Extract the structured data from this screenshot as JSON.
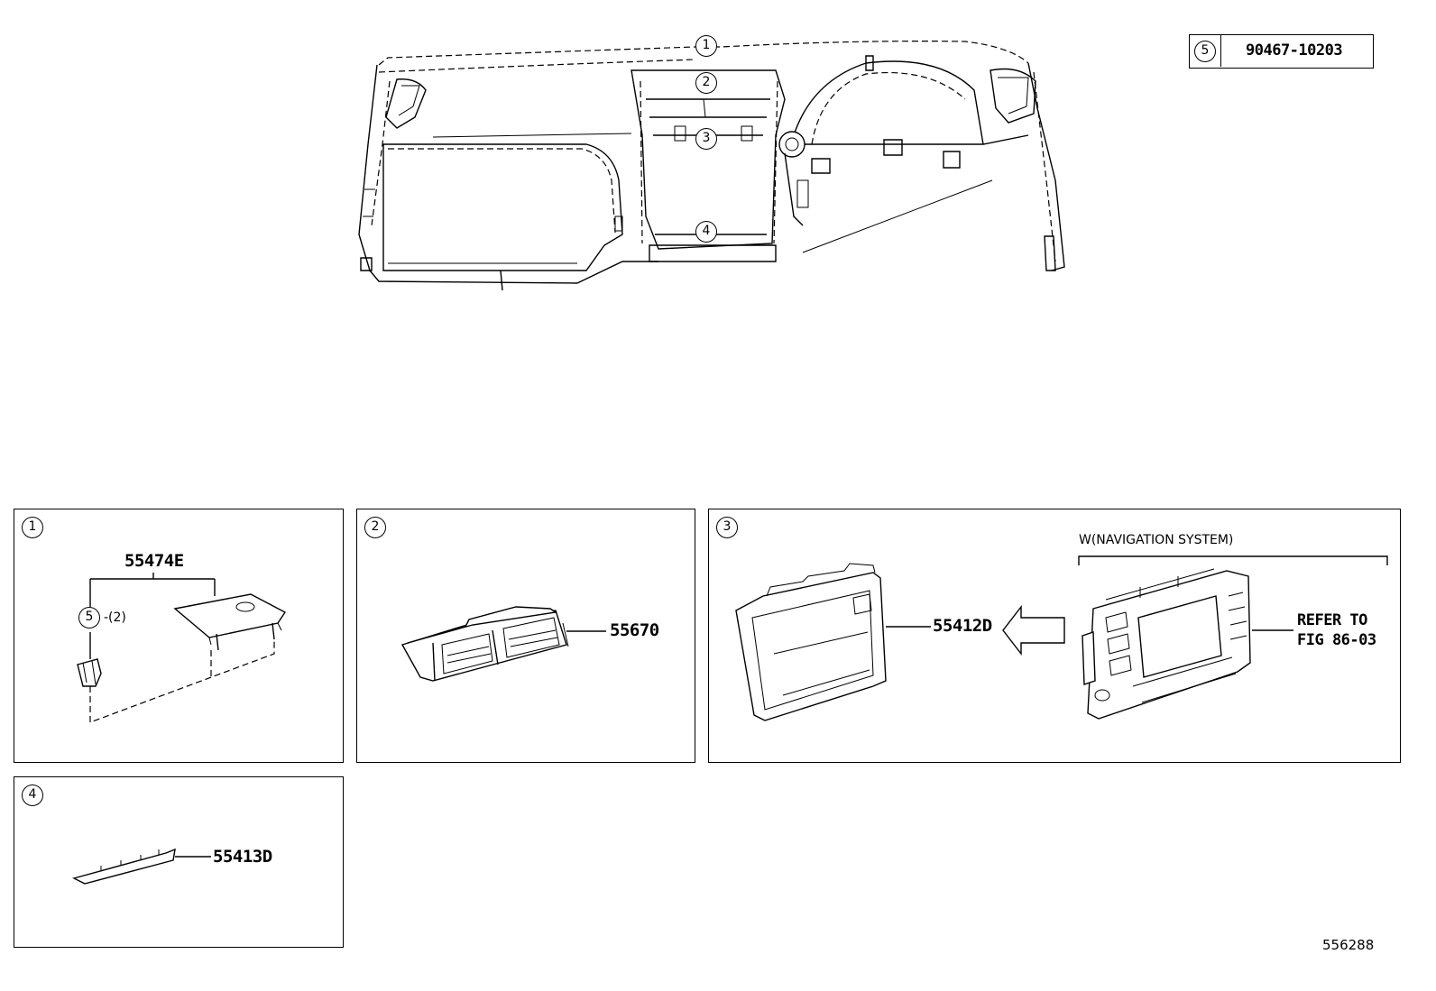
{
  "overview": {
    "callouts": [
      "1",
      "2",
      "3",
      "4"
    ]
  },
  "legend": {
    "ref": "5",
    "part_number": "90467-10203"
  },
  "panels": [
    {
      "id": "1",
      "parts": [
        {
          "label": "55474E"
        }
      ],
      "fastener": {
        "ref": "5",
        "qty": "-(2)"
      }
    },
    {
      "id": "2",
      "parts": [
        {
          "label": "55670"
        }
      ]
    },
    {
      "id": "3",
      "parts": [
        {
          "label": "55412D"
        }
      ],
      "option_label": "W(NAVIGATION SYSTEM)",
      "refer_line1": "REFER TO",
      "refer_line2": "FIG 86-03"
    },
    {
      "id": "4",
      "parts": [
        {
          "label": "55413D"
        }
      ]
    }
  ],
  "figure_id": "556288"
}
